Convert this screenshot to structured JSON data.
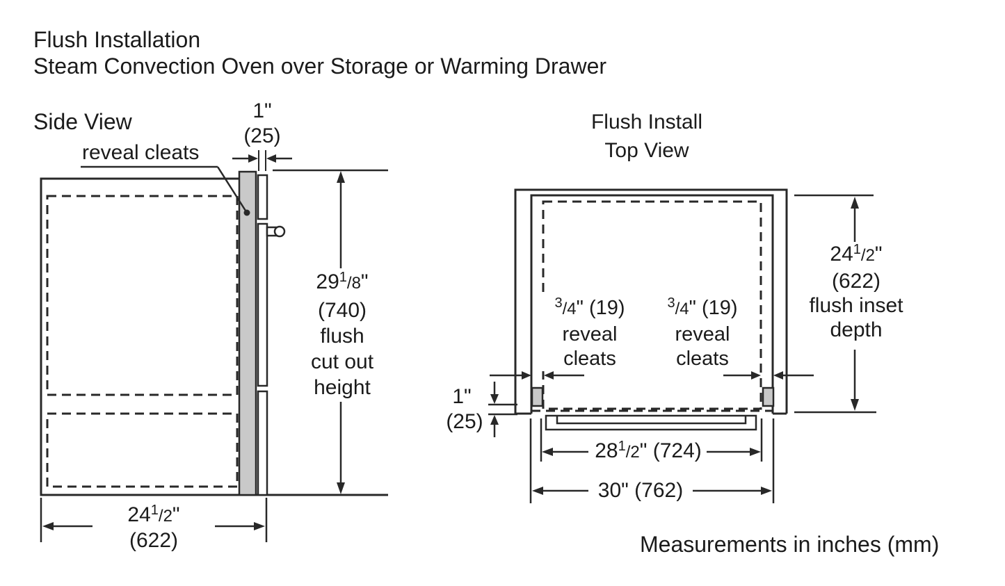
{
  "title": {
    "line1": "Flush Installation",
    "line2": "Steam Convection Oven over Storage or Warming Drawer"
  },
  "note": "Measurements in inches (mm)",
  "side_view": {
    "label": "Side View",
    "reveal_cleats_label": "reveal cleats",
    "door_reveal": {
      "inches": "1\"",
      "mm": "(25)"
    },
    "cutout_height": {
      "whole": "29",
      "sup": "1",
      "den": "/8",
      "unit": "\"",
      "mm": "(740)",
      "desc_line1": "flush",
      "desc_line2": "cut out",
      "desc_line3": "height"
    },
    "cutout_width": {
      "whole": "24",
      "sup": "1",
      "den": "/2",
      "unit": "\"",
      "mm": "(622)"
    }
  },
  "top_view": {
    "title_line1": "Flush Install",
    "title_line2": "Top View",
    "left_cleat": {
      "sup": "3",
      "den": "/4",
      "rest": "\" (19)",
      "line2": "reveal",
      "line3": "cleats"
    },
    "right_cleat": {
      "sup": "3",
      "den": "/4",
      "rest": "\" (19)",
      "line2": "reveal",
      "line3": "cleats"
    },
    "front_offset": {
      "inches": "1\"",
      "mm": "(25)"
    },
    "inset_depth": {
      "whole": "24",
      "sup": "1",
      "den": "/2",
      "unit": "\"",
      "mm": "(622)",
      "desc_line1": "flush inset",
      "desc_line2": "depth"
    },
    "inner_width": {
      "whole": "28",
      "sup": "1",
      "den": "/2",
      "unit": "\" (724)"
    },
    "outer_width": "30\" (762)"
  },
  "colors": {
    "line": "#282828",
    "text": "#1b1b1b",
    "filler_gray": "#c9c9c9",
    "background": "#ffffff"
  }
}
